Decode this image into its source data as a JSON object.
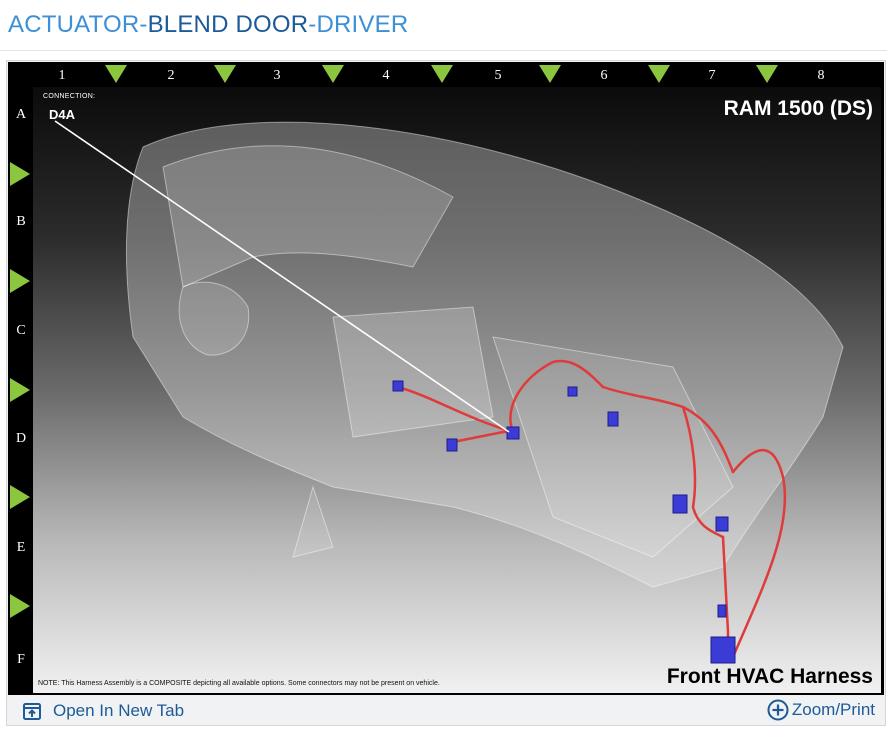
{
  "header": {
    "title_parts": [
      {
        "text": "ACTUATOR-",
        "tone": "light"
      },
      {
        "text": "BLEND DOOR",
        "tone": "dark"
      },
      {
        "text": "-DRIVER",
        "tone": "light"
      }
    ]
  },
  "grid": {
    "columns": [
      "1",
      "2",
      "3",
      "4",
      "5",
      "6",
      "7",
      "8"
    ],
    "rows": [
      "A",
      "B",
      "C",
      "D",
      "E",
      "F"
    ]
  },
  "diagram": {
    "connection_caption": "CONNECTION:",
    "connection_id": "D4A",
    "vehicle": "RAM 1500 (DS)",
    "harness_name": "Front HVAC Harness",
    "note": "NOTE: This Harness Assembly is a COMPOSITE depicting all available options. Some connectors may not be present on vehicle."
  },
  "footer": {
    "open_tab_label": "Open In New Tab",
    "zoom_label": "Zoom/Print"
  },
  "colors": {
    "accent_light": "#3d8fd6",
    "accent_dark": "#1d5a98",
    "grid_marker": "#8cc63f",
    "harness_wire": "#e03a3a",
    "connector": "#3b3bd6"
  },
  "icons": {
    "open_tab": "open-in-new-tab-icon",
    "zoom": "zoom-plus-icon"
  }
}
